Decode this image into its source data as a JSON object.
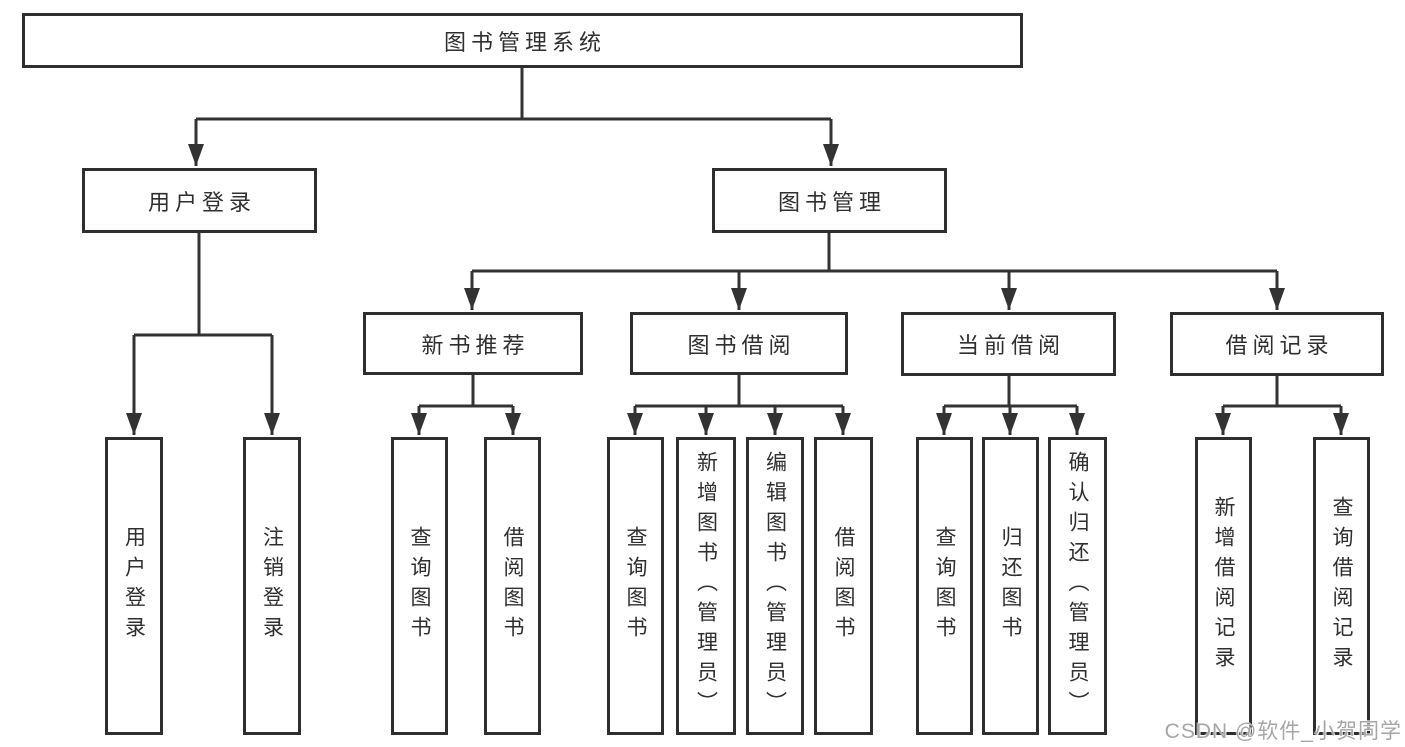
{
  "tree": {
    "label": "图书管理系统",
    "children": [
      {
        "label": "用户登录",
        "children": [
          {
            "label": "用户登录"
          },
          {
            "label": "注销登录"
          }
        ]
      },
      {
        "label": "图书管理",
        "children": [
          {
            "label": "新书推荐",
            "children": [
              {
                "label": "查询图书"
              },
              {
                "label": "借阅图书"
              }
            ]
          },
          {
            "label": "图书借阅",
            "children": [
              {
                "label": "查询图书"
              },
              {
                "label": "新增图书（管理员）"
              },
              {
                "label": "编辑图书（管理员）"
              },
              {
                "label": "借阅图书"
              }
            ]
          },
          {
            "label": "当前借阅",
            "children": [
              {
                "label": "查询图书"
              },
              {
                "label": "归还图书"
              },
              {
                "label": "确认归还（管理员）"
              }
            ]
          },
          {
            "label": "借阅记录",
            "children": [
              {
                "label": "新增借阅记录"
              },
              {
                "label": "查询借阅记录"
              }
            ]
          }
        ]
      }
    ]
  },
  "watermark": "CSDN @软件_小贺同学",
  "colors": {
    "line": "#333333",
    "box_border": "#2e2e2e",
    "box_background": "#ffffff",
    "text": "#2f2f2f",
    "watermark": "#a6a6a6",
    "page_background": "#ffffff"
  }
}
